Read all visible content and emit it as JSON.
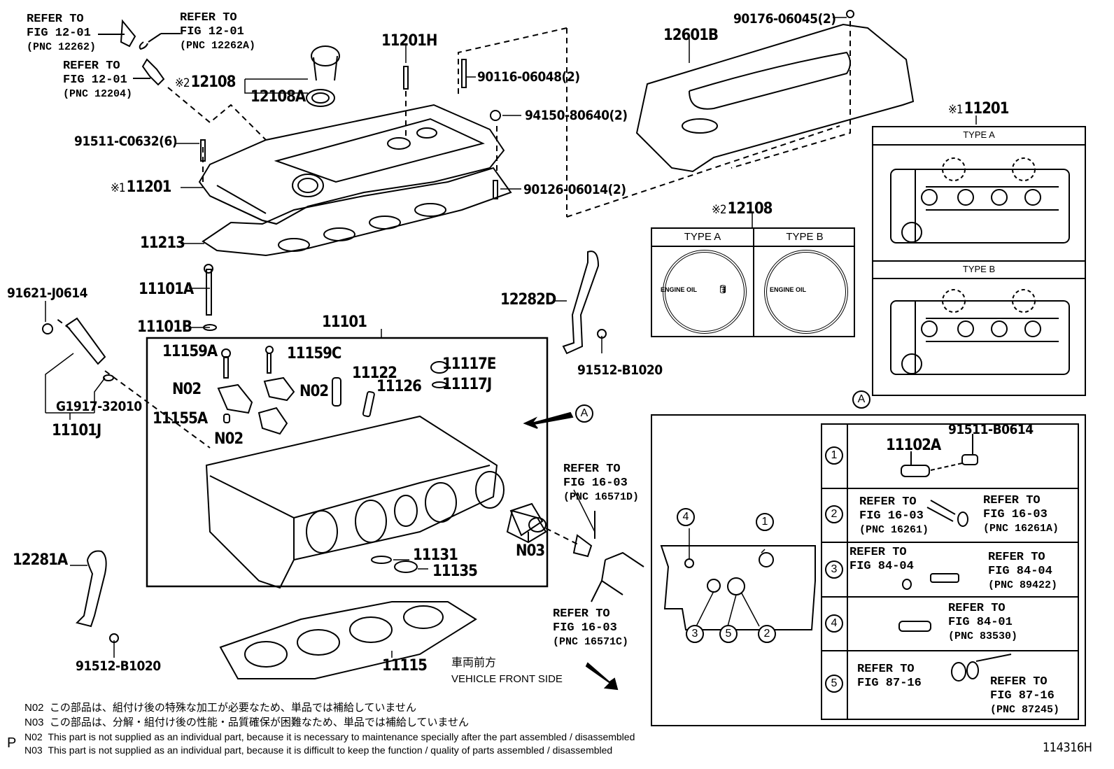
{
  "diagram": {
    "title_code": "114316H",
    "page_marker": "P",
    "parts": {
      "p12262_ref": {
        "line1": "REFER TO",
        "line2": "FIG 12-01",
        "pnc": "(PNC 12262)"
      },
      "p12262A_ref": {
        "line1": "REFER TO",
        "line2": "FIG 12-01",
        "pnc": "(PNC 12262A)"
      },
      "p12204_ref": {
        "line1": "REFER TO",
        "line2": "FIG 12-01",
        "pnc": "(PNC 12204)"
      },
      "p12108": {
        "mark": "※2",
        "code": "12108"
      },
      "p12108A": "12108A",
      "p11201H": "11201H",
      "p90116": "90116-06048(2)",
      "p94150": "94150-80640(2)",
      "p90126": "90126-06014(2)",
      "p91511_C0632": "91511-C0632(6)",
      "p11201": {
        "mark": "※1",
        "code": "11201"
      },
      "p11213": "11213",
      "p11101A": "11101A",
      "p11101B": "11101B",
      "p91621": "91621-J0614",
      "pG1917": "G1917-32010",
      "p11101J": "11101J",
      "p11101": "11101",
      "p11159A": "11159A",
      "p11159C": "11159C",
      "p11122": "11122",
      "p11126": "11126",
      "p11117E": "11117E",
      "p11117J": "11117J",
      "pN02": "N02",
      "p11155A": "11155A",
      "pN03": "N03",
      "p11131": "11131",
      "p11135": "11135",
      "p11115": "11115",
      "p12281A": "12281A",
      "p91512_left": "91512-B1020",
      "p12282D": "12282D",
      "p91512_right": "91512-B1020",
      "p12601B": "12601B",
      "p90176": "90176-06045(2)",
      "ref_16571D": {
        "line1": "REFER TO",
        "line2": "FIG 16-03",
        "pnc": "(PNC 16571D)"
      },
      "ref_16571C": {
        "line1": "REFER TO",
        "line2": "FIG 16-03",
        "pnc": "(PNC 16571C)"
      }
    },
    "callout_A": "A",
    "vehicle_front": {
      "jp": "車両前方",
      "en": "VEHICLE FRONT SIDE"
    },
    "oil_cap_panel": {
      "mark": "※2",
      "code": "12108",
      "type_a": "TYPE A",
      "type_b": "TYPE B",
      "cap_text": "ENGINE OIL"
    },
    "cover_panel": {
      "mark": "※1",
      "code": "11201",
      "type_a": "TYPE A",
      "type_b": "TYPE B"
    },
    "detail_A": {
      "label": "A",
      "rows": [
        {
          "num": "1",
          "items": [
            "11102A",
            "91511-B0614"
          ]
        },
        {
          "num": "2",
          "left": {
            "line1": "REFER TO",
            "line2": "FIG 16-03",
            "pnc": "(PNC 16261)"
          },
          "right": {
            "line1": "REFER TO",
            "line2": "FIG 16-03",
            "pnc": "(PNC 16261A)"
          }
        },
        {
          "num": "3",
          "left": {
            "line1": "REFER TO",
            "line2": "FIG 84-04"
          },
          "right": {
            "line1": "REFER TO",
            "line2": "FIG 84-04",
            "pnc": "(PNC 89422)"
          }
        },
        {
          "num": "4",
          "right": {
            "line1": "REFER TO",
            "line2": "FIG 84-01",
            "pnc": "(PNC 83530)"
          }
        },
        {
          "num": "5",
          "left": {
            "line1": "REFER TO",
            "line2": "FIG 87-16"
          },
          "right": {
            "line1": "REFER TO",
            "line2": "FIG 87-16",
            "pnc": "(PNC 87245)"
          }
        }
      ],
      "block_markers": [
        "4",
        "1",
        "3",
        "5",
        "2"
      ]
    },
    "notes": [
      {
        "code": "N02",
        "text": "この部品は、組付け後の特殊な加工が必要なため、単品では補給していません"
      },
      {
        "code": "N03",
        "text": "この部品は、分解・組付け後の性能・品質確保が困難なため、単品では補給していません"
      },
      {
        "code": "N02",
        "text": "This part is not supplied as an individual part, because it is necessary to maintenance specially after the part assembled / disassembled"
      },
      {
        "code": "N03",
        "text": "This part is not supplied as an individual part, because it is difficult to keep the function / quality of parts  assembled / disassembled"
      }
    ]
  }
}
